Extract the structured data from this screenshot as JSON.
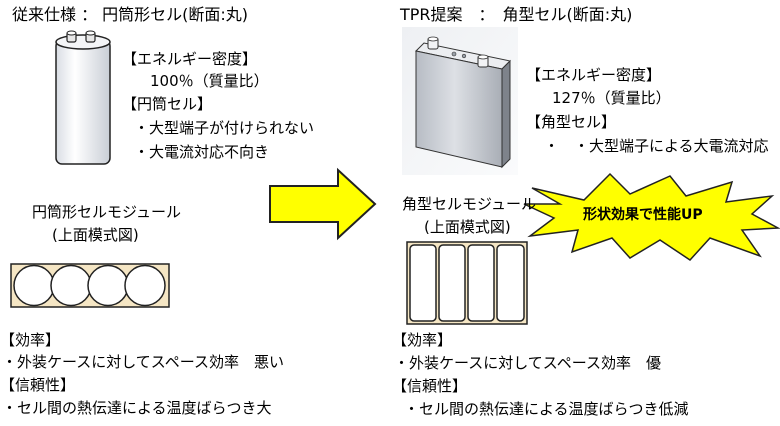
{
  "left": {
    "title": "従来仕様 ： 円筒形セル(断面:丸)",
    "energy_heading": "【エネルギー密度】",
    "energy_value": "100％（質量比）",
    "cell_heading": "【円筒セル】",
    "cell_points": [
      "・大型端子が付けられない",
      "・大電流対応不向き"
    ],
    "module_title": "円筒形セルモジュール",
    "module_subtitle": "(上面模式図)",
    "efficiency_heading": "【効率】",
    "efficiency_text": "・外装ケースに対してスペース効率　悪い",
    "reliability_heading": "【信頼性】",
    "reliability_text": "・セル間の熱伝達による温度ばらつき大"
  },
  "right": {
    "title": "TPR提案　：　角型セル(断面:丸)",
    "energy_heading": "【エネルギー密度】",
    "energy_value": "127％（質量比）",
    "cell_heading": "【角型セル】",
    "cell_point": "・　・大型端子による大電流対応",
    "module_title": "角型セルモジュール",
    "module_subtitle": "(上面模式図)",
    "burst": "形状効果で性能UP",
    "efficiency_heading": "【効率】",
    "efficiency_text": "・外装ケースに対してスペース効率　優",
    "reliability_heading": "【信頼性】",
    "reliability_text": "・セル間の熱伝達による温度ばらつき低減"
  },
  "colors": {
    "arrow_fill": "#ffff00",
    "burst_fill": "#ffff00",
    "module_fill": "#f5e6c4"
  },
  "icons": {
    "transition_arrow": "right-arrow-icon",
    "cylinder_cell": "cylindrical-cell-icon",
    "prismatic_cell": "prismatic-cell-icon"
  }
}
